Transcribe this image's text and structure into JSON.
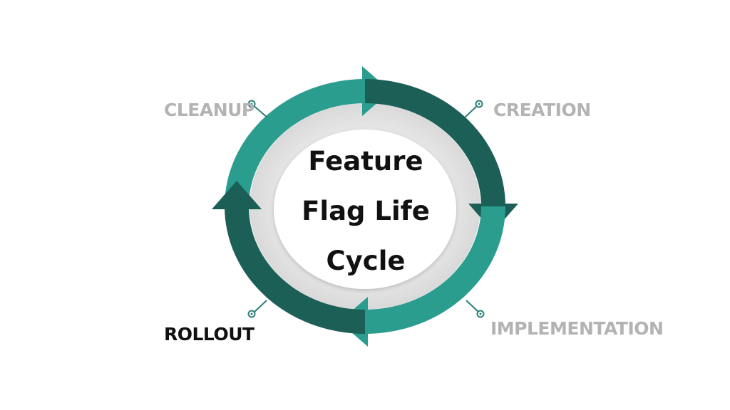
{
  "title": {
    "line1": "Feature",
    "line2": "Flag Life",
    "line3": "Cycle"
  },
  "stages": {
    "cleanup": "CLEANUP",
    "creation": "CREATION",
    "implementation": "IMPLEMENTATION",
    "rollout": "ROLLOUT"
  },
  "colors": {
    "teal_light": "#2a9d8f",
    "teal_dark": "#1b5f56",
    "inner_disk": "#e4e4e4",
    "label_muted": "#b3b3b3",
    "label_active": "#111111",
    "connector": "#2a7f77"
  }
}
